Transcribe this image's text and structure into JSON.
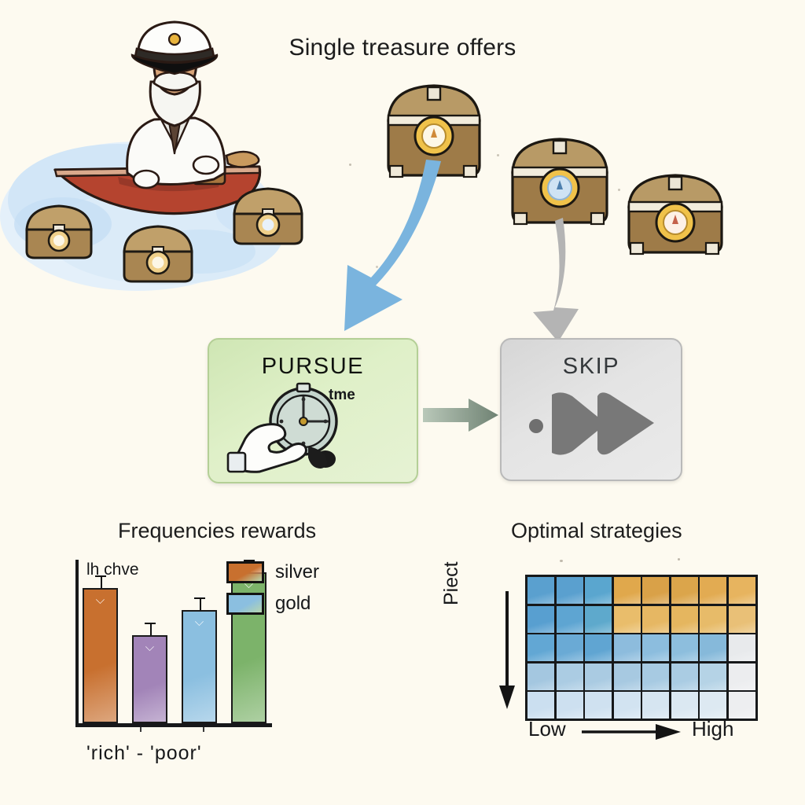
{
  "figure": {
    "title": "Single treasure offers",
    "background_color": "#fdfaf0"
  },
  "scene": {
    "name": "sea-captain-rowboat",
    "captain_alt": "sea captain with white beard and white cap rowing a red boat",
    "boat_color": "#b5442f",
    "water_color": "#cfe4f5",
    "floating_chests": 3
  },
  "offers": {
    "label": "Single treasure offers",
    "chests": [
      {
        "name": "chest-offer-1",
        "medallion_color": "#f0c24a"
      },
      {
        "name": "chest-offer-2",
        "medallion_color": "#8fbfe0"
      },
      {
        "name": "chest-offer-3",
        "medallion_color": "#f0c24a"
      }
    ]
  },
  "arrows": {
    "pursue_arrow_color": "#7ab4de",
    "skip_arrow_color": "#b4b4b4",
    "between_boxes_color": "#93a894"
  },
  "decisions": {
    "pursue": {
      "label": "PURSUE",
      "cost_label": "tme",
      "icon": "stopwatch-in-hand-icon",
      "fill_color": "#d9edbe",
      "border_color": "#b4cf96"
    },
    "skip": {
      "label": "SKIP",
      "icon": "fast-forward-arrow-icon",
      "fill_color": "#e2e2e2",
      "border_color": "#b9b9b9"
    }
  },
  "chart_data": [
    {
      "type": "bar",
      "name": "frequencies-rewards",
      "title": "Frequencies rewards",
      "xlabel": "'rich'  -  'poor'",
      "ylabel": "lh chve",
      "categories": [
        "bar-1",
        "bar-2",
        "bar-3",
        "bar-4"
      ],
      "values": [
        86,
        56,
        72,
        96
      ],
      "ylim": [
        0,
        100
      ],
      "colors": [
        "#c8702f",
        "#a284b8",
        "#8bbfe0",
        "#7cb36a"
      ],
      "errorbars": [
        true,
        true,
        true,
        true
      ],
      "grid": false,
      "legend": {
        "position": "top-right",
        "entries": [
          {
            "label": "silver",
            "color": "#c8702f"
          },
          {
            "label": "gold",
            "color": "#8bbfe0"
          }
        ]
      }
    },
    {
      "type": "heatmap",
      "name": "optimal-strategies",
      "title": "Optimal strategies",
      "xlabel_low": "Low",
      "xlabel_high": "High",
      "ylabel": "Piect",
      "rows": 5,
      "cols": 8,
      "legend_position": "none",
      "cell_colors": [
        [
          "#5aa0cf",
          "#5aa0cf",
          "#5aa6cf",
          "#e0a84c",
          "#d9a148",
          "#dba54b",
          "#e2ab52",
          "#e7b45f"
        ],
        [
          "#589fd0",
          "#5ea5d2",
          "#5ea9cc",
          "#e9bd6b",
          "#e6b763",
          "#e5b65f",
          "#e7bb69",
          "#e9c077"
        ],
        [
          "#62a7d4",
          "#6aaad5",
          "#60a5d2",
          "#8dbcdd",
          "#8cbdde",
          "#8dbedd",
          "#86b9da",
          "#e8eaec"
        ],
        [
          "#a4c7e0",
          "#abcce3",
          "#aacbe2",
          "#a7c9e1",
          "#a7cae2",
          "#aacce3",
          "#b5d3e6",
          "#ecedef"
        ],
        [
          "#cbdff0",
          "#cde0f0",
          "#cfe1f0",
          "#d2e3f1",
          "#d6e5f1",
          "#dbe8f2",
          "#dde9f2",
          "#edeef0"
        ]
      ]
    }
  ]
}
